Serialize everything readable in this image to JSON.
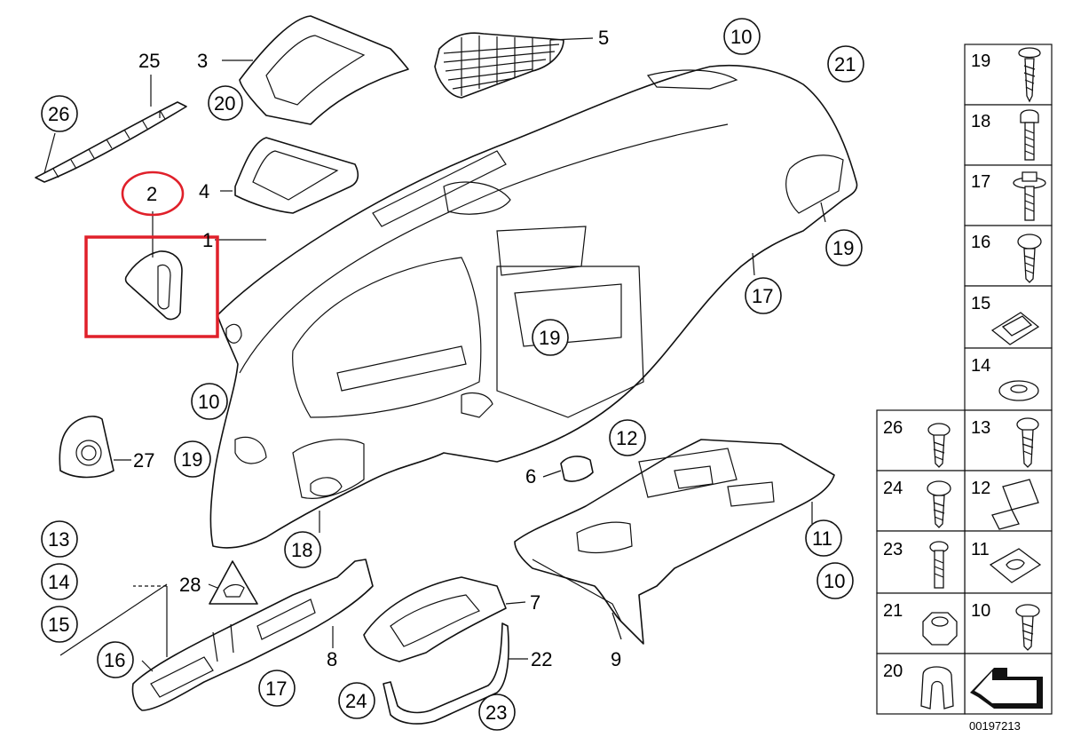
{
  "diagram": {
    "reference_number": "00197213",
    "callouts": {
      "c1": "1",
      "c2": "2",
      "c3": "3",
      "c4": "4",
      "c5": "5",
      "c6": "6",
      "c7": "7",
      "c8": "8",
      "c9": "9",
      "c10a": "10",
      "c10b": "10",
      "c10c": "10",
      "c11": "11",
      "c12": "12",
      "c13": "13",
      "c14": "14",
      "c15": "15",
      "c16": "16",
      "c17a": "17",
      "c17b": "17",
      "c19a": "19",
      "c19b": "19",
      "c19c": "19",
      "c18": "18",
      "c20": "20",
      "c21": "21",
      "c22": "22",
      "c23": "23",
      "c24": "24",
      "c25": "25",
      "c26": "26",
      "c27": "27",
      "c28": "28"
    },
    "hardware_table": {
      "right_column": [
        "19",
        "18",
        "17",
        "16",
        "15",
        "14",
        "13",
        "12",
        "11",
        "10"
      ],
      "left_column": [
        "26",
        "24",
        "23",
        "21",
        "20"
      ]
    },
    "highlight_color": "#e0202a"
  }
}
